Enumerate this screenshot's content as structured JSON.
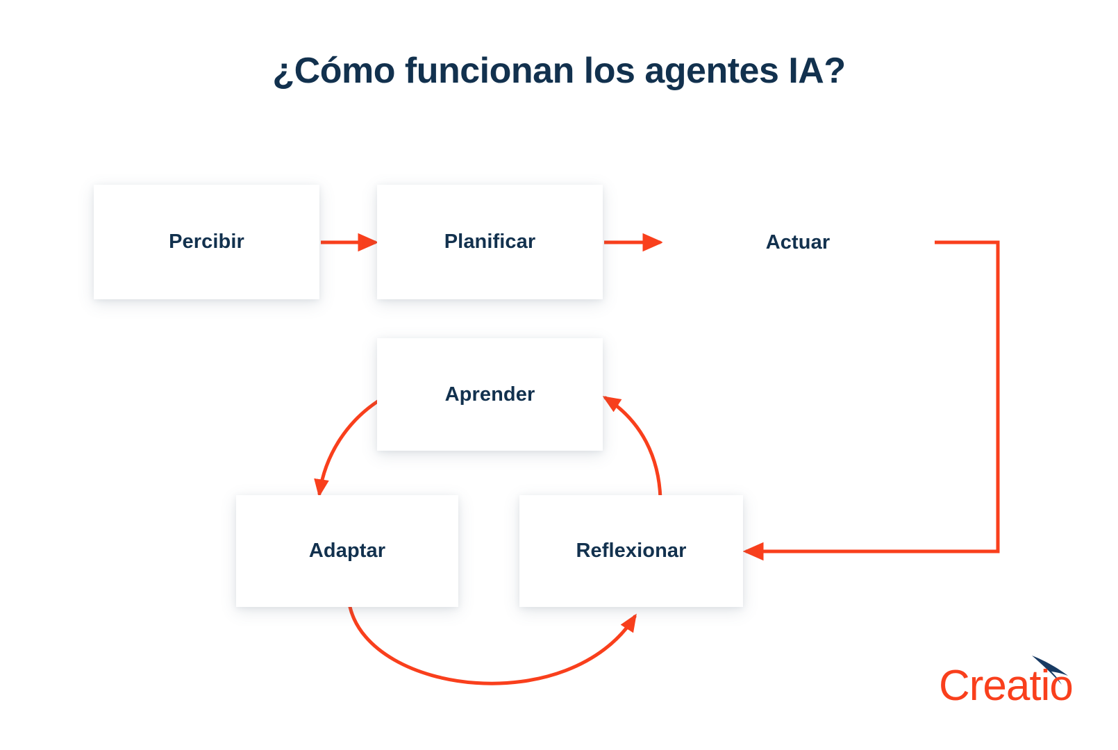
{
  "page": {
    "title": "¿Cómo funcionan los agentes IA?",
    "background_color": "#FFFFFF"
  },
  "colors": {
    "navy": "#12314E",
    "orange": "#F93F1C",
    "node_fill": "#FFFFFF",
    "shadow": "rgba(90,105,125,0.16)"
  },
  "diagram": {
    "type": "flowchart",
    "nodes": [
      {
        "id": "percibir",
        "label": "Percibir",
        "shape": "rectangle"
      },
      {
        "id": "planificar",
        "label": "Planificar",
        "shape": "rectangle"
      },
      {
        "id": "actuar",
        "label": "Actuar",
        "shape": "diamond"
      },
      {
        "id": "aprender",
        "label": "Aprender",
        "shape": "rectangle"
      },
      {
        "id": "adaptar",
        "label": "Adaptar",
        "shape": "rectangle"
      },
      {
        "id": "reflexionar",
        "label": "Reflexionar",
        "shape": "rectangle"
      }
    ],
    "edges": [
      {
        "from": "percibir",
        "to": "planificar",
        "style": "straight",
        "direction": "right"
      },
      {
        "from": "planificar",
        "to": "actuar",
        "style": "straight",
        "direction": "right"
      },
      {
        "from": "actuar",
        "to": "reflexionar",
        "style": "orthogonal",
        "direction": "right-down-left"
      },
      {
        "from": "reflexionar",
        "to": "aprender",
        "style": "curved",
        "direction": "up-left"
      },
      {
        "from": "aprender",
        "to": "adaptar",
        "style": "curved",
        "direction": "down-left"
      },
      {
        "from": "adaptar",
        "to": "reflexionar",
        "style": "curved",
        "direction": "down-right"
      }
    ]
  },
  "branding": {
    "logo_text": "Creatio",
    "logo_text_color": "#F93F1C",
    "logo_mark": "swoosh-arrow",
    "logo_mark_color": "#173A63"
  }
}
